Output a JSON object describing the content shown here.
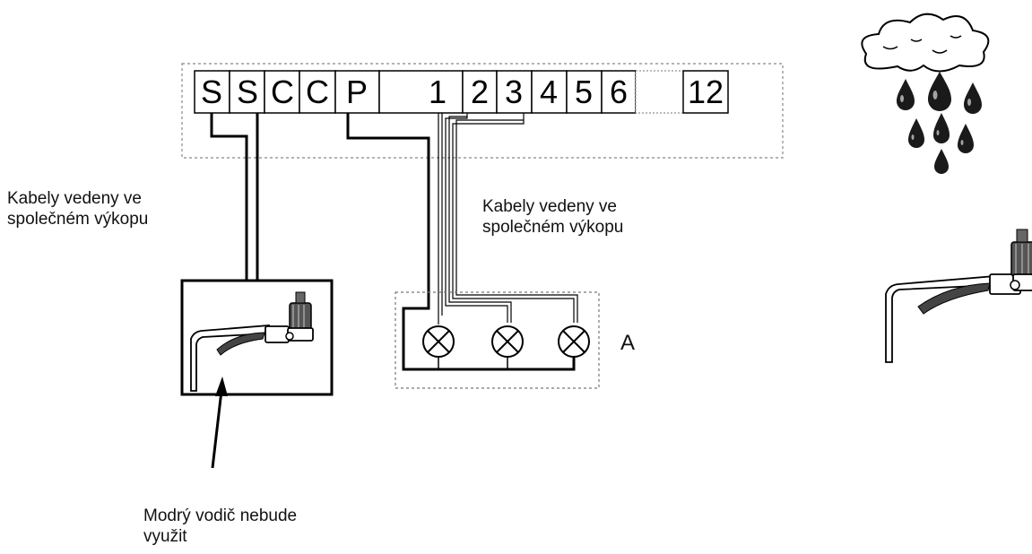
{
  "terminal_strip": {
    "terminals": [
      "S",
      "S",
      "C",
      "C",
      "P",
      "1",
      "2",
      "3",
      "4",
      "5",
      "6",
      "12"
    ]
  },
  "captions": {
    "left": [
      "Kabely vedeny ve",
      "společném výkopu"
    ],
    "center": [
      "Kabely vedeny ve",
      "společném výkopu"
    ],
    "bottom": [
      "Modrý vodič nebude",
      "využit"
    ]
  },
  "valve_group_label": "A",
  "icons": {
    "rain_cloud": "rain-cloud-icon",
    "rain_sensor": "rain-sensor-icon",
    "valve": "solenoid-valve-icon",
    "arrow": "arrow-up-icon"
  }
}
